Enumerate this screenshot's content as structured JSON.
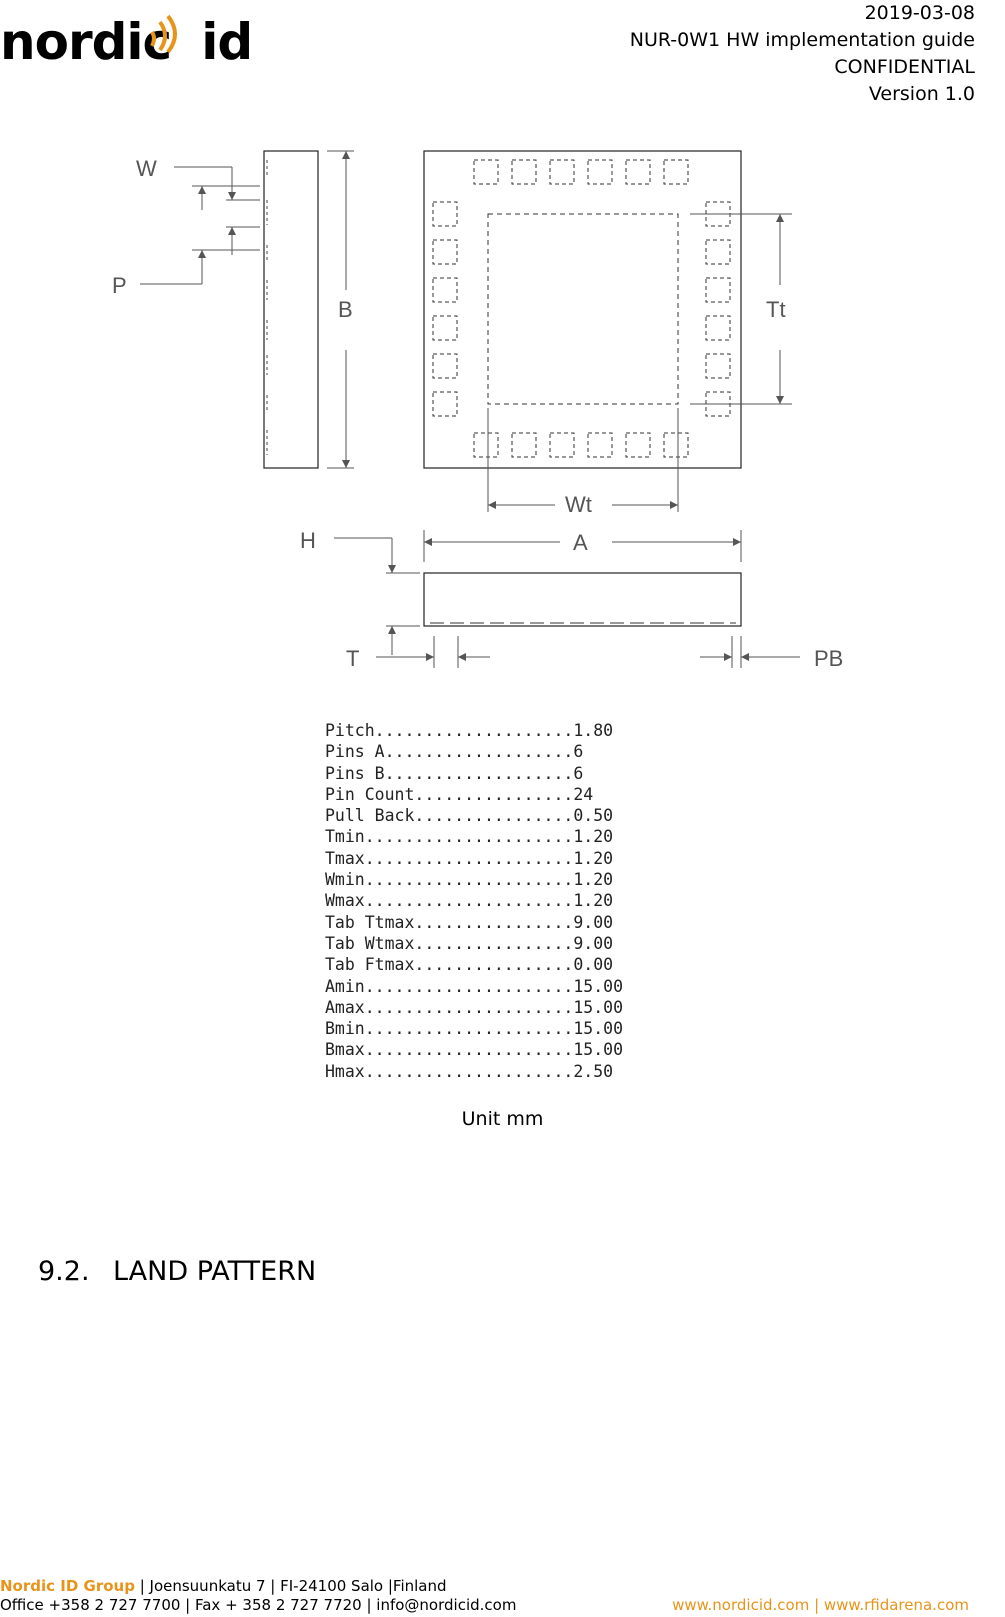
{
  "logo": {
    "text_left": "nordic",
    "text_right": "id"
  },
  "header": {
    "date": "2019-03-08",
    "doc_title": "NUR-0W1 HW implementation guide",
    "classification": "CONFIDENTIAL",
    "version": "Version 1.0"
  },
  "drawing": {
    "labels": {
      "w": "W",
      "p": "P",
      "b": "B",
      "tt": "Tt",
      "wt": "Wt",
      "h": "H",
      "a": "A",
      "t": "T",
      "pb": "PB"
    }
  },
  "specs": [
    "Pitch....................1.80",
    "Pins A...................6",
    "Pins B...................6",
    "Pin Count................24",
    "Pull Back................0.50",
    "Tmin.....................1.20",
    "Tmax.....................1.20",
    "Wmin.....................1.20",
    "Wmax.....................1.20",
    "Tab Ttmax................9.00",
    "Tab Wtmax................9.00",
    "Tab Ftmax................0.00",
    "Amin.....................15.00",
    "Amax.....................15.00",
    "Bmin.....................15.00",
    "Bmax.....................15.00",
    "Hmax.....................2.50"
  ],
  "unit_caption": "Unit mm",
  "section": {
    "number": "9.2.",
    "title": "LAND PATTERN"
  },
  "footer": {
    "brand": "Nordic ID Group",
    "address": " | Joensuunkatu 7 | FI-24100 Salo |Finland",
    "contact": "Office +358 2 727 7700 | Fax + 358 2 727 7720 | info@nordicid.com",
    "links": "www.nordicid.com | www.rfidarena.com"
  },
  "colors": {
    "brand_orange": "#e8941a"
  }
}
